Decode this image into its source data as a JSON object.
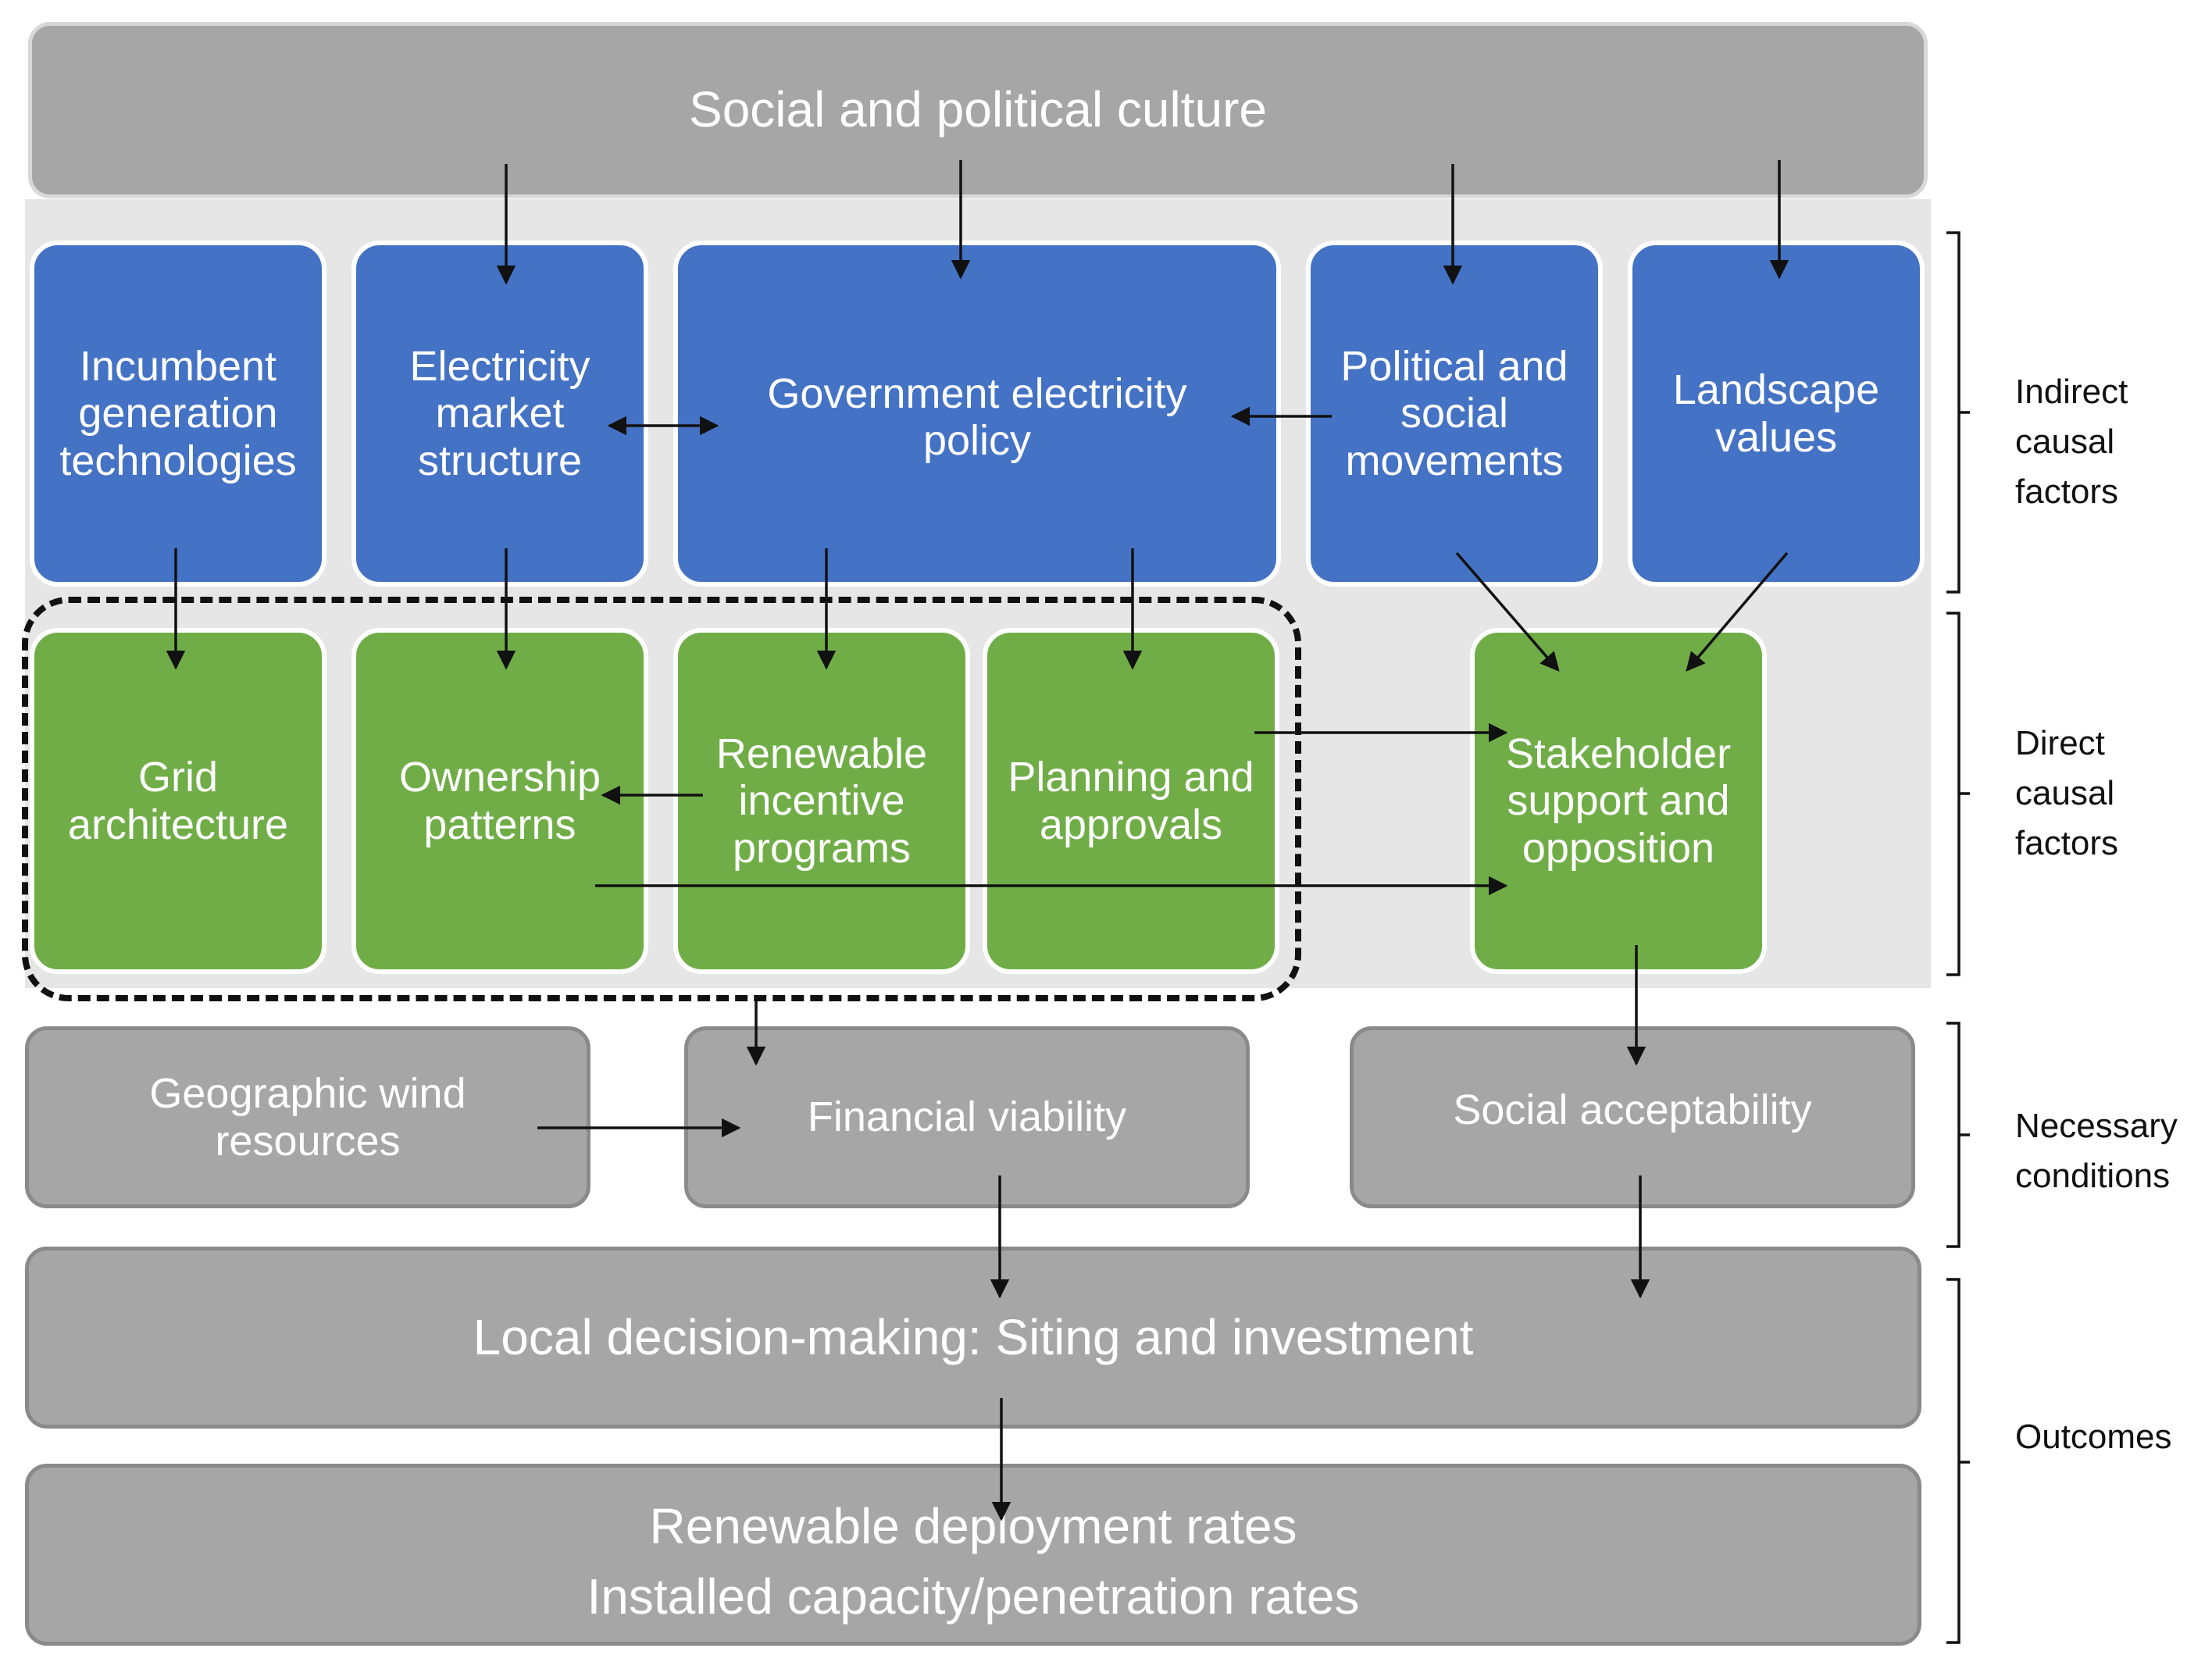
{
  "top": {
    "culture": "Social and political culture"
  },
  "indirect": {
    "incumbent": "Incumbent\ngeneration\ntechnologies",
    "market": "Electricity\nmarket\nstructure",
    "policy": "Government electricity\npolicy",
    "movements": "Political and\nsocial\nmovements",
    "landscape": "Landscape\nvalues"
  },
  "direct": {
    "grid": "Grid\narchitecture",
    "ownership": "Ownership\npatterns",
    "incentive": "Renewable\nincentive\nprograms",
    "planning": "Planning and\napprovals",
    "stakeholder": "Stakeholder\nsupport and\nopposition"
  },
  "conditions": {
    "wind": "Geographic wind\nresources",
    "financial": "Financial viability",
    "social": "Social acceptability"
  },
  "outcomes": {
    "local": "Local decision-making: Siting and investment",
    "deployment": "Renewable deployment rates\nInstalled capacity/penetration rates"
  },
  "side_labels": {
    "indirect": "Indirect\ncausal\nfactors",
    "direct": "Direct\ncausal\nfactors",
    "necessary": "Necessary\nconditions",
    "outcomes": "Outcomes"
  },
  "colors": {
    "indirect_fill": "#4472c4",
    "direct_fill": "#70ad47",
    "neutral_fill": "#a6a6a6",
    "band": "#e6e6e6"
  }
}
